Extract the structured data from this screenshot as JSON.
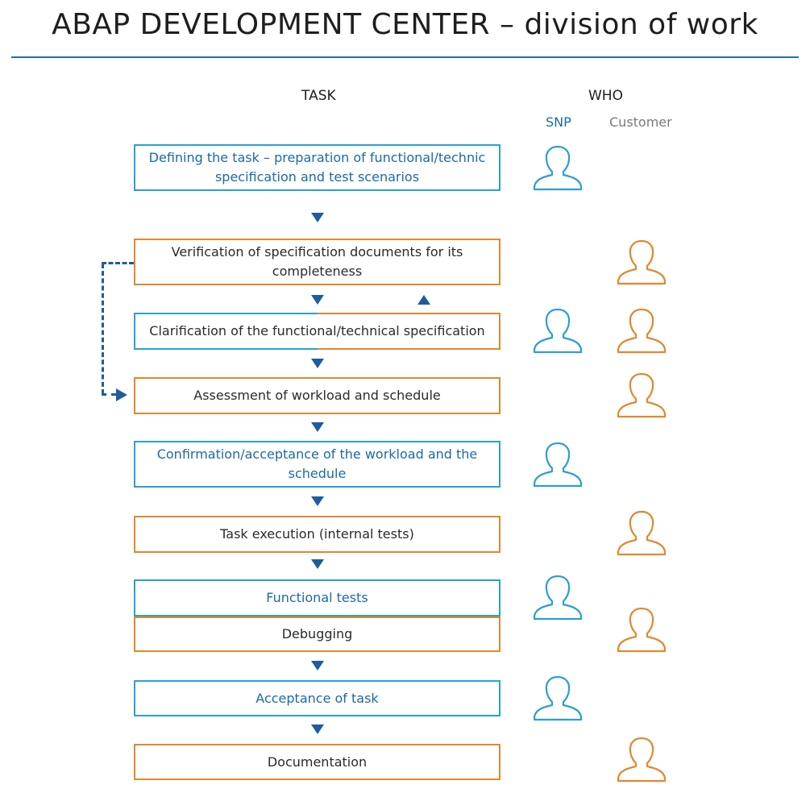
{
  "title": "ABAP DEVELOPMENT CENTER – division of work",
  "headers": {
    "task": "TASK",
    "who": "WHO",
    "snp": "SNP",
    "customer": "Customer"
  },
  "colors": {
    "blue_border": "#2a9fd3",
    "blue_text": "#1b6aa8",
    "orange": "#e4872d",
    "arrow": "#1e5c9c",
    "rule": "#1f6fb5"
  },
  "icons": {
    "person": "person-icon"
  },
  "steps": [
    {
      "label": "Defining the task – preparation of functional/technic specification and test scenarios",
      "owner": "snp",
      "style": "blue"
    },
    {
      "label": "Verification of specification documents for its completeness",
      "owner": "customer",
      "style": "orange"
    },
    {
      "label": "Clarification of the functional/technical specification",
      "owner": "both",
      "style": "split"
    },
    {
      "label": "Assessment of workload and schedule",
      "owner": "customer",
      "style": "orange"
    },
    {
      "label": "Confirmation/acceptance of the workload and the schedule",
      "owner": "snp",
      "style": "blue"
    },
    {
      "label": "Task execution (internal tests)",
      "owner": "customer",
      "style": "orange"
    },
    {
      "label": "Functional tests",
      "owner": "snp",
      "style": "blue"
    },
    {
      "label": "Debugging",
      "owner": "customer",
      "style": "orange"
    },
    {
      "label": "Acceptance of task",
      "owner": "snp",
      "style": "blue"
    },
    {
      "label": "Documentation",
      "owner": "customer",
      "style": "orange"
    }
  ]
}
